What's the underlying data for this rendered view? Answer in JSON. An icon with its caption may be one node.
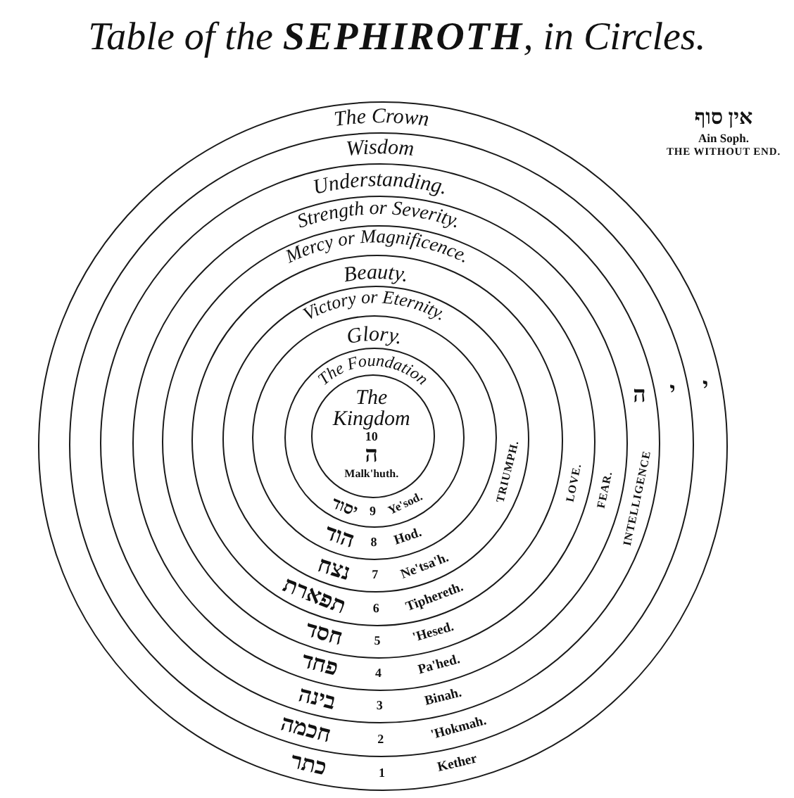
{
  "diagram": {
    "title": "Table of the **SEPHIROTH**, in Circles.",
    "nodes": [
      {
        "text": [
          "The Crown",
          "כתר",
          "1",
          "Kether",
          "י"
        ]
      },
      {
        "text": [
          "Wisdom",
          "חכמה",
          "2",
          "'Hokmah.",
          "י"
        ],
        "in": 0
      },
      {
        "text": [
          "Understanding.",
          "בינה",
          "3",
          "Binah.",
          "INTELLIGENCE",
          "ה"
        ],
        "in": 1
      },
      {
        "text": [
          "Strength or Severity.",
          "פחד",
          "4",
          "Pa'hed.",
          "FEAR."
        ],
        "in": 2
      },
      {
        "text": [
          "Mercy or Magnificence.",
          "חסד",
          "5",
          "'Hesed.",
          "LOVE."
        ],
        "in": 3
      },
      {
        "text": [
          "Beauty.",
          "תפארת",
          "6",
          "Tiphereth."
        ],
        "in": 4
      },
      {
        "text": [
          "Victory or Eternity.",
          "נצח",
          "7",
          "Ne'tsa'h.",
          "TRIUMPH."
        ],
        "in": 5
      },
      {
        "text": [
          "Glory.",
          "הוד",
          "8",
          "Hod."
        ],
        "in": 6
      },
      {
        "text": [
          "The Foundation",
          "יסוד",
          "9",
          "Ye'sod."
        ],
        "in": 7
      },
      {
        "text": [
          "The Kingdom",
          "10",
          "ה",
          "Malk'huth."
        ],
        "in": 8
      }
    ],
    "labels": [
      "אין סוף",
      "Ain Soph.",
      "THE WITHOUT END."
    ]
  }
}
